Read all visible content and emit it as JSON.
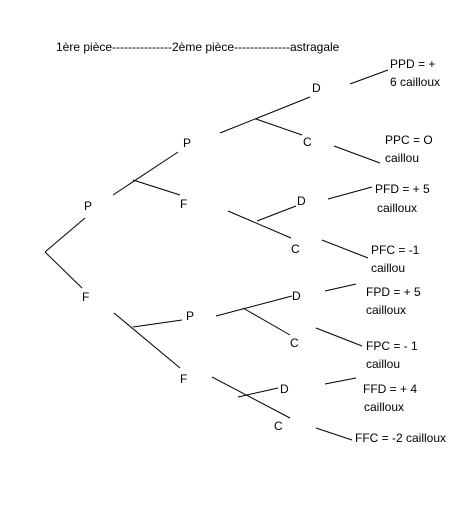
{
  "header": {
    "text": "1ère pièce---------------2ème pièce--------------astragale"
  },
  "nodes": {
    "l1_p": "P",
    "l1_f": "F",
    "l2_p_top": "P",
    "l2_f_top": "F",
    "l2_p_bottom": "P",
    "l2_f_bottom": "F",
    "l3_d1": "D",
    "l3_c1": "C",
    "l3_d2": "D",
    "l3_c2": "C",
    "l3_d3": "D",
    "l3_c3": "C",
    "l3_d4": "D",
    "l3_c4": "C"
  },
  "outcomes": [
    {
      "line1": "PPD = +",
      "line2": "6 cailloux"
    },
    {
      "line1": "PPC = O",
      "line2": "caillou"
    },
    {
      "line1": "PFD = + 5",
      "line2": "cailloux"
    },
    {
      "line1": "PFC = -1",
      "line2": "caillou"
    },
    {
      "line1": "FPD = + 5",
      "line2": "cailloux"
    },
    {
      "line1": "FPC = - 1",
      "line2": "caillou"
    },
    {
      "line1": "FFD = + 4",
      "line2": "cailloux"
    },
    {
      "line1": "FFC = -2 cailloux",
      "line2": ""
    }
  ]
}
